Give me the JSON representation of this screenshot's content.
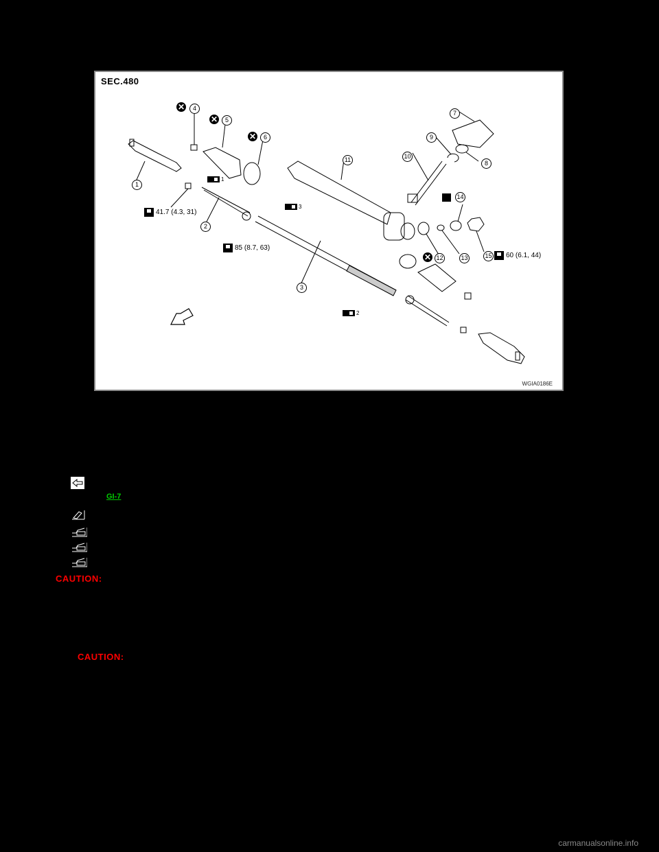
{
  "figure": {
    "section": "SEC.480",
    "code": "WGIA0186E",
    "callouts": [
      "1",
      "2",
      "3",
      "4",
      "5",
      "6",
      "7",
      "8",
      "9",
      "10",
      "11",
      "12",
      "13",
      "14",
      "15"
    ],
    "torques": [
      {
        "part": "1",
        "value": "41.7 (4.3, 31)"
      },
      {
        "part": "2",
        "value": "85 (8.7, 63)"
      },
      {
        "part": "15",
        "value": "60 (6.1, 44)"
      }
    ],
    "grease_points": [
      "1",
      "2",
      "3"
    ],
    "non_reusable_parts": [
      "4",
      "5",
      "6",
      "12"
    ],
    "sealant_part": "14",
    "arrow": "front-arrow"
  },
  "legend": {
    "icons": [
      "front-arrow-icon",
      "sealant-icon",
      "grease-point-icon-1",
      "grease-point-icon-2",
      "grease-point-icon-3"
    ],
    "ref_link": "GI-7"
  },
  "cautions": [
    "CAUTION:",
    "CAUTION:"
  ],
  "watermark": "carmanualsonline.info"
}
